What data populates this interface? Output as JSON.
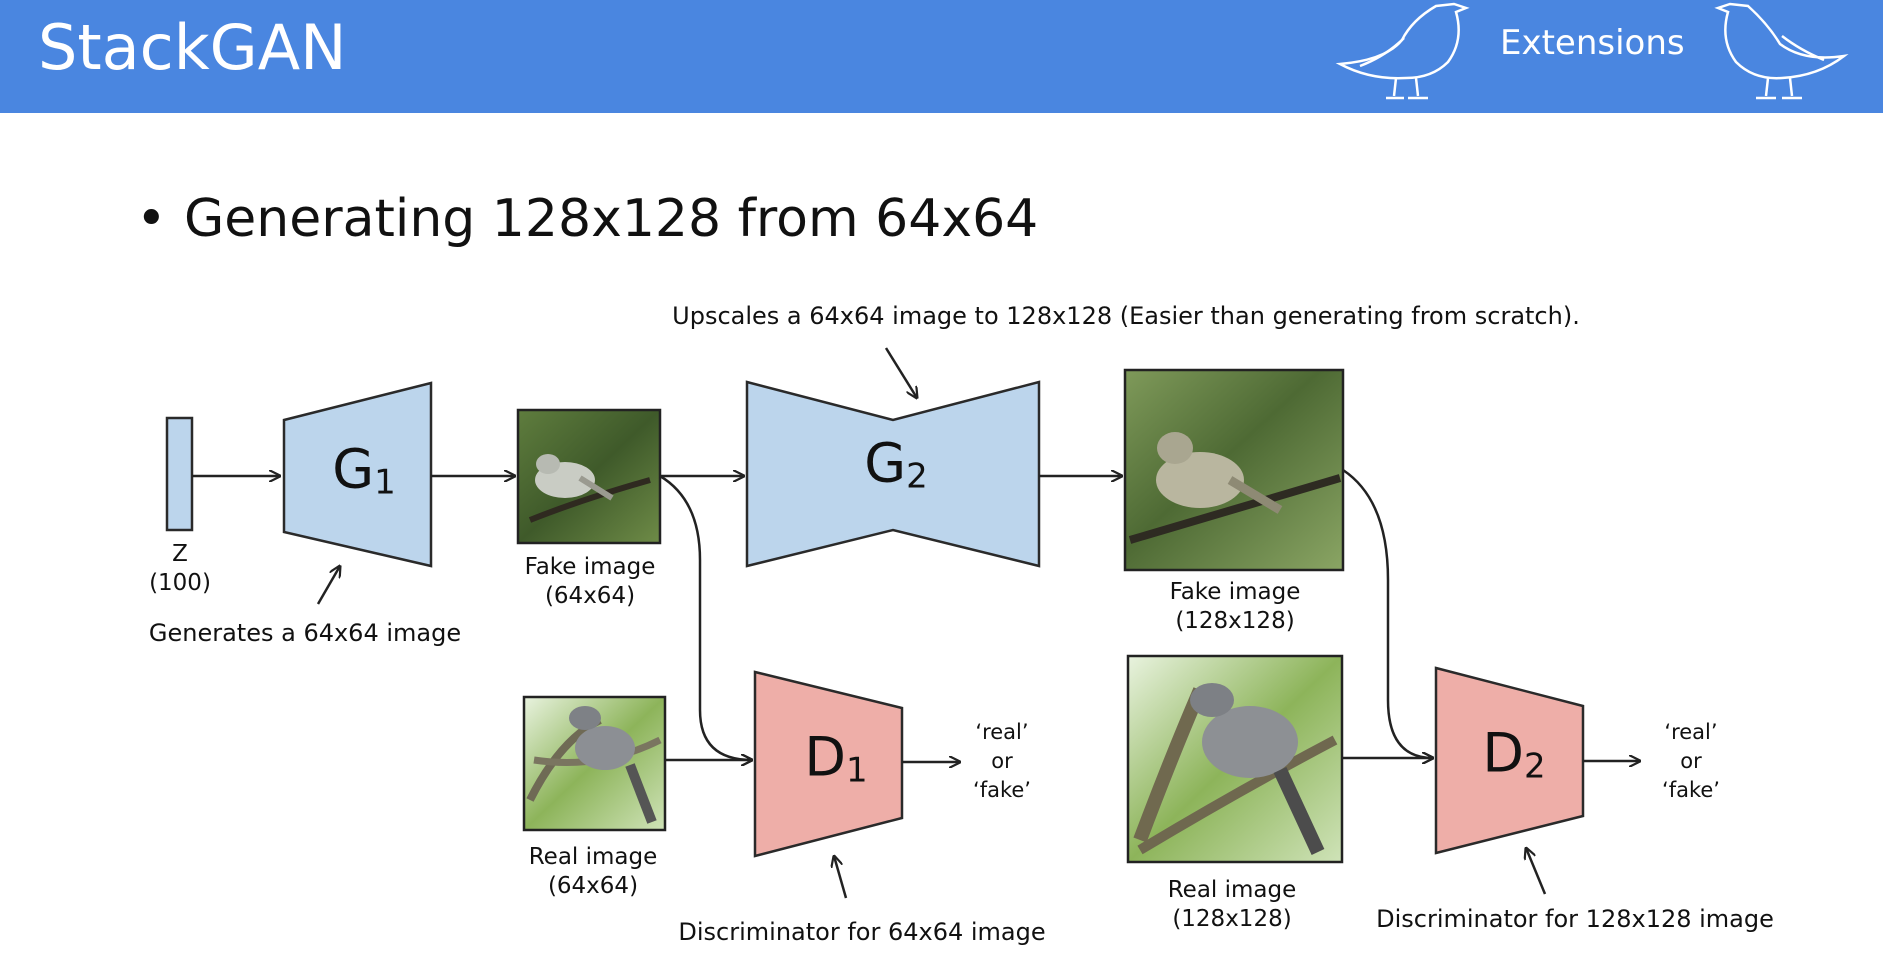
{
  "header": {
    "title": "StackGAN",
    "section": "Extensions",
    "colors": {
      "bar": "#4a86e0",
      "text": "#ffffff"
    }
  },
  "bullet": "Generating 128x128 from 64x64",
  "diagram": {
    "z_label": "Z",
    "z_dim": "(100)",
    "g1": {
      "letter": "G",
      "sub": "1"
    },
    "g2": {
      "letter": "G",
      "sub": "2"
    },
    "d1": {
      "letter": "D",
      "sub": "1"
    },
    "d2": {
      "letter": "D",
      "sub": "2"
    },
    "fake64_label": "Fake image",
    "fake64_size": "(64x64)",
    "real64_label": "Real image",
    "real64_size": "(64x64)",
    "fake128_label": "Fake image",
    "fake128_size": "(128x128)",
    "real128_label": "Real image",
    "real128_size": "(128x128)",
    "out1": [
      "‘real’",
      "or",
      "‘fake’"
    ],
    "out2": [
      "‘real’",
      "or",
      "‘fake’"
    ],
    "note_g1": "Generates a 64x64 image",
    "note_g2": "Upscales a 64x64 image to 128x128 (Easier than generating from scratch).",
    "note_d1": "Discriminator for 64x64 image",
    "note_d2": "Discriminator for 128x128 image",
    "colors": {
      "generator": "#bcd5ec",
      "discriminator": "#eeaea8",
      "stroke": "#2a2a2a"
    }
  }
}
